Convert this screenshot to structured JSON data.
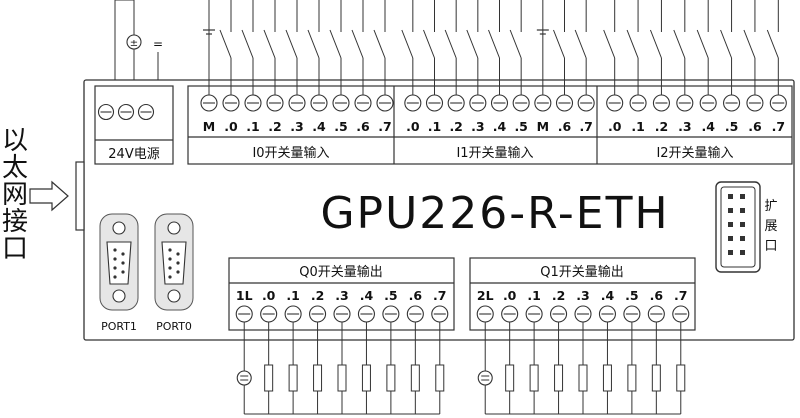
{
  "side_label": {
    "chars": [
      "以",
      "太",
      "网",
      "接",
      "口"
    ]
  },
  "power_label": "24V电源",
  "input_groups": [
    {
      "label": "I0开关量输入",
      "pins": [
        "M",
        ".0",
        ".1",
        ".2",
        ".3",
        ".4",
        ".5",
        ".6",
        ".7"
      ]
    },
    {
      "label": "I1开关量输入",
      "pins": [
        ".0",
        ".1",
        ".2",
        ".3",
        ".4",
        ".5",
        "M",
        ".6",
        ".7"
      ]
    },
    {
      "label": "I2开关量输入",
      "pins": [
        ".0",
        ".1",
        ".2",
        ".3",
        ".4",
        ".5",
        ".6",
        ".7"
      ]
    }
  ],
  "model_name": "GPU226-R-ETH",
  "expansion_label": {
    "chars": [
      "扩",
      "展",
      "口"
    ]
  },
  "output_groups": [
    {
      "label": "Q0开关量输出",
      "pins": [
        "1L",
        ".0",
        ".1",
        ".2",
        ".3",
        ".4",
        ".5",
        ".6",
        ".7"
      ]
    },
    {
      "label": "Q1开关量输出",
      "pins": [
        "2L",
        ".0",
        ".1",
        ".2",
        ".3",
        ".4",
        ".5",
        ".6",
        ".7"
      ]
    }
  ],
  "ports": [
    "PORT1",
    "PORT0"
  ],
  "dc_symbol": "±",
  "ground_symbol": "="
}
